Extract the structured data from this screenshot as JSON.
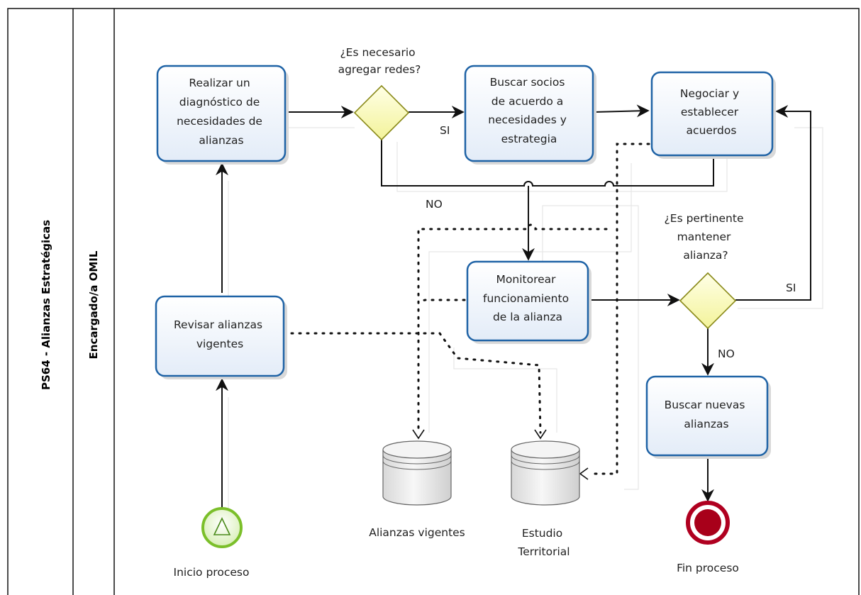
{
  "pool": {
    "label": "PS64 - Alianzas Estratégicas"
  },
  "lane": {
    "label": "Encargado/a OMIL"
  },
  "tasks": {
    "diagnostico": [
      "Realizar un",
      "diagnóstico de",
      "necesidades de",
      "alianzas"
    ],
    "buscar_socios": [
      "Buscar  socios",
      "de acuerdo a",
      "necesidades y",
      "estrategia"
    ],
    "negociar": [
      "Negociar y",
      "establecer",
      "acuerdos"
    ],
    "revisar": [
      "Revisar alianzas",
      "vigentes"
    ],
    "monitorear": [
      "Monitorear",
      "funcionamiento",
      "de la alianza"
    ],
    "buscar_nuevas": [
      "Buscar nuevas",
      "alianzas"
    ]
  },
  "gateways": {
    "redes": [
      "¿Es necesario",
      "agregar redes?"
    ],
    "pertinente": [
      "¿Es pertinente",
      "mantener",
      "alianza?"
    ]
  },
  "flow_labels": {
    "redes_si": "SI",
    "redes_no": "NO",
    "pertinente_si": "SI",
    "pertinente_no": "NO"
  },
  "data_stores": {
    "alianzas_vigentes": [
      "Alianzas vigentes"
    ],
    "estudio_territorial": [
      "Estudio",
      "Territorial"
    ]
  },
  "events": {
    "inicio": "Inicio proceso",
    "fin": "Fin proceso"
  },
  "colors": {
    "task_border": "#1f63a6",
    "gateway_fill": "#fbfbb9",
    "start_event": "#7bbf2a",
    "end_event": "#b00020"
  }
}
